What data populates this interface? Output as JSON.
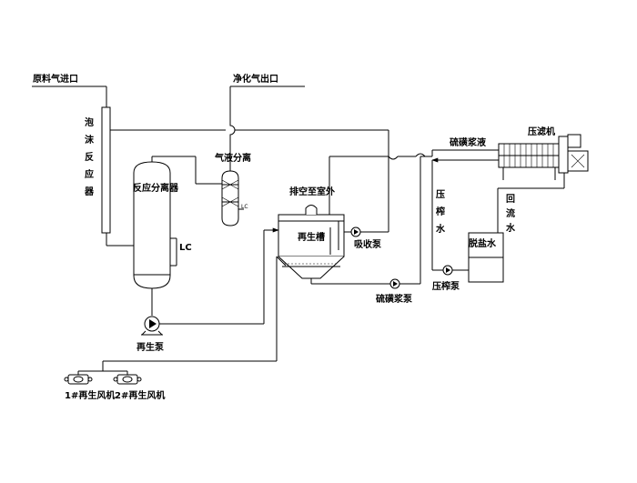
{
  "labels": {
    "raw_gas_inlet": "原料气进口",
    "clean_gas_outlet": "净化气出口",
    "foam_reactor": [
      "泡",
      "沫",
      "反",
      "应",
      "器"
    ],
    "reaction_separator": "反应分离器",
    "gas_liquid_separator": "气液分离",
    "level_control": "LC",
    "level_control_small": "LC",
    "vent_outdoor": "排空至室外",
    "regeneration_tank": "再生槽",
    "absorption_pump": "吸收泵",
    "sulfur_slurry_pump": "硫磺浆泵",
    "filter_press": "压滤机",
    "sulfur_slurry": "硫磺浆液",
    "press_water": [
      "压",
      "榨",
      "水"
    ],
    "press_pump": "压榨泵",
    "return_water": [
      "回",
      "流",
      "水"
    ],
    "desalted_water": "脱盐水",
    "regeneration_pump": "再生泵",
    "blower_1": "1#再生风机",
    "blower_2": "2#再生风机"
  },
  "colors": {
    "line": "#000000",
    "background": "#ffffff"
  }
}
